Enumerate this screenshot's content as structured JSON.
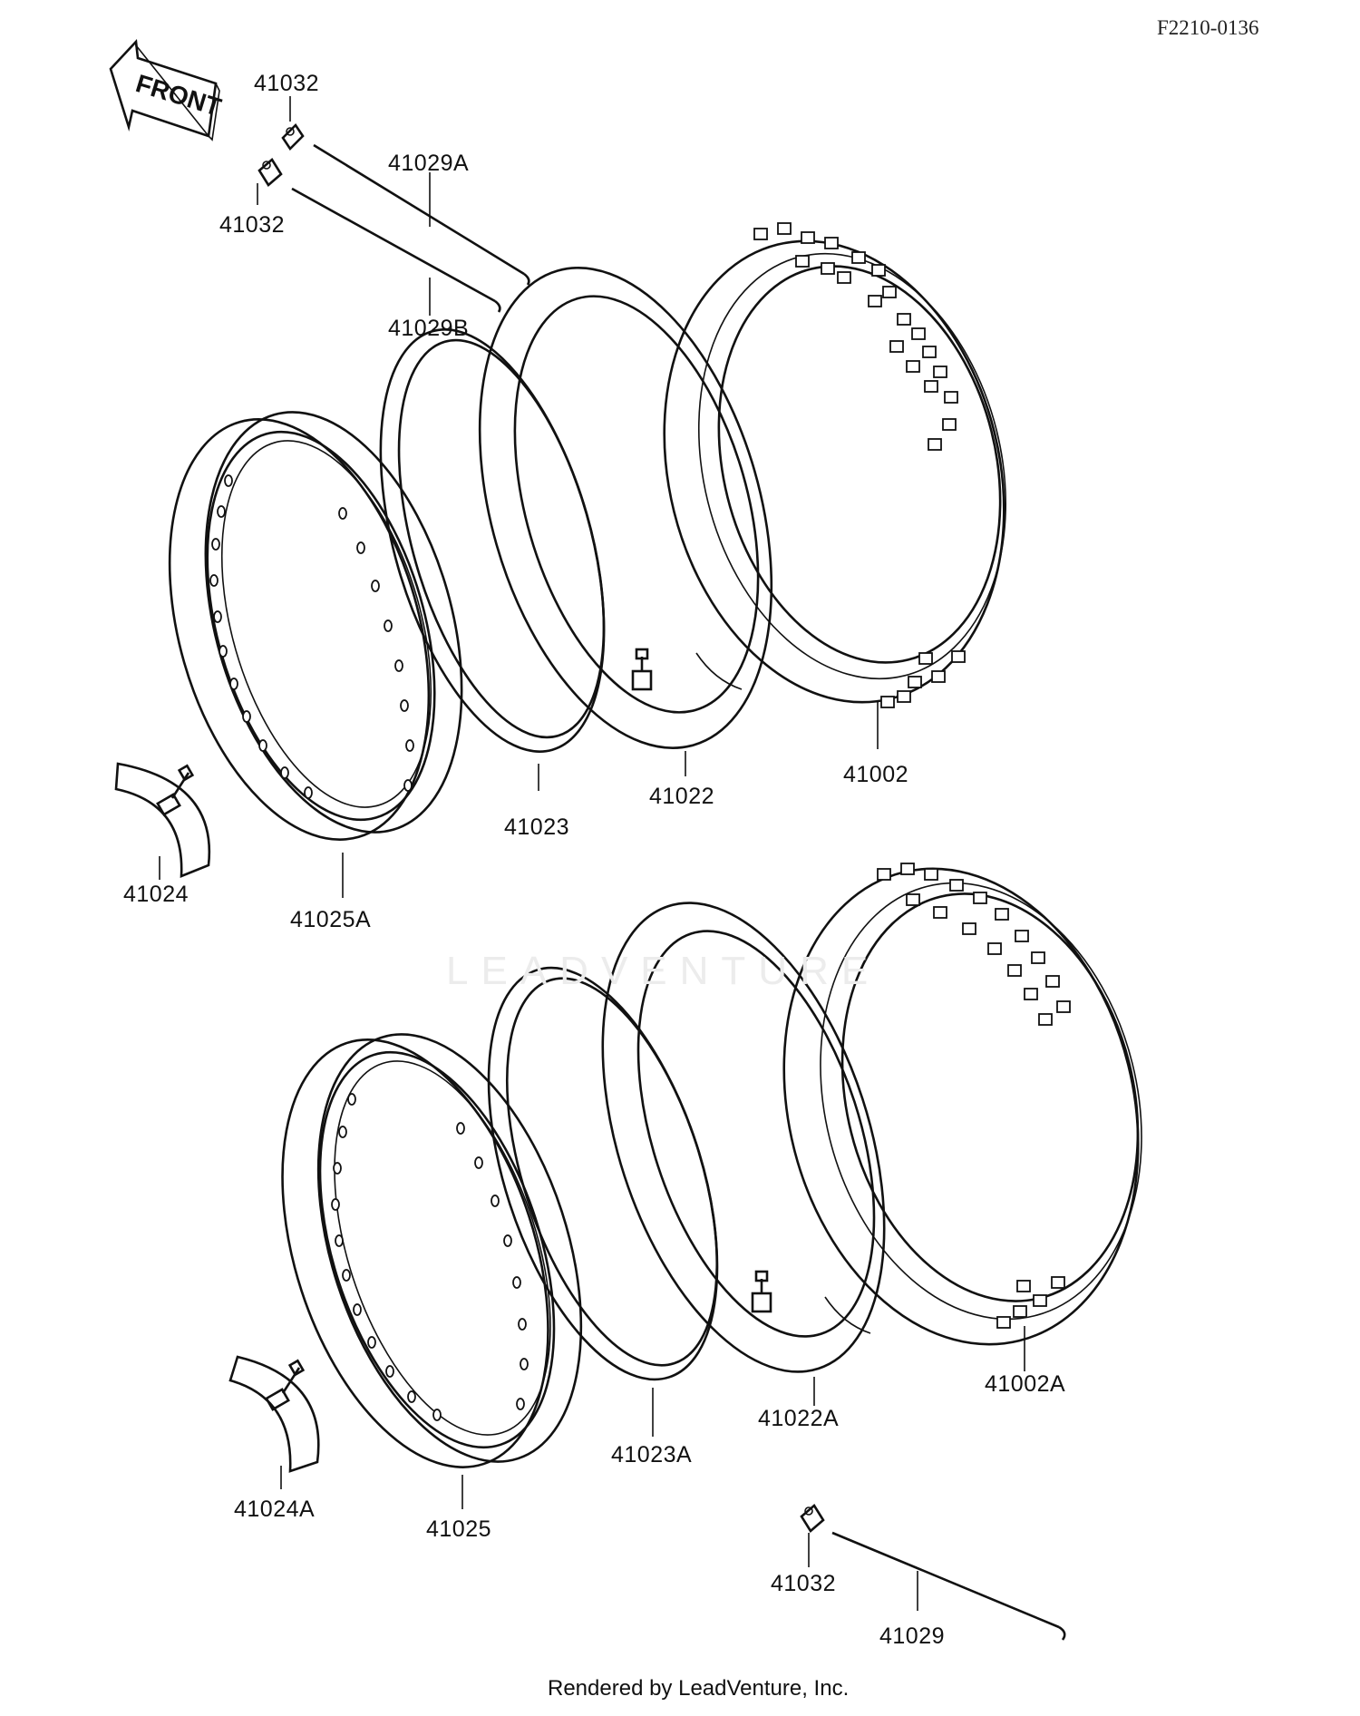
{
  "ref_code": "F2210-0136",
  "front_label": "FRONT",
  "watermark": "LEADVENTURE",
  "footer": "Rendered by LeadVenture, Inc.",
  "labels": {
    "p41032_top": "41032",
    "p41029A": "41029A",
    "p41032_mid": "41032",
    "p41029B": "41029B",
    "p41023": "41023",
    "p41022": "41022",
    "p41002": "41002",
    "p41024": "41024",
    "p41025A": "41025A",
    "p41024A": "41024A",
    "p41025": "41025",
    "p41023A": "41023A",
    "p41022A": "41022A",
    "p41002A": "41002A",
    "p41032_bottom": "41032",
    "p41029": "41029"
  }
}
